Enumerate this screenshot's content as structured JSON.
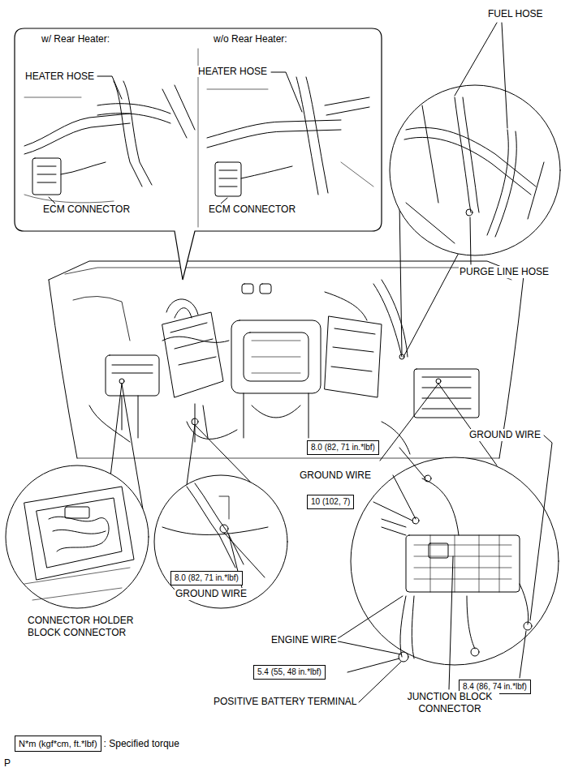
{
  "diagram": {
    "nodes": [
      {
        "text": [
          "w/ Rear Heater:",
          "w/o Rear Heater:",
          "HEATER HOSE",
          "HEATER HOSE",
          "ECM CONNECTOR",
          "ECM CONNECTOR"
        ]
      },
      {
        "text": [
          "8.0 (82, 71 in.*lbf)"
        ]
      },
      {
        "text": [
          "10 (102, 7)"
        ]
      },
      {
        "text": [
          "8.0 (82, 71 in.*lbf)"
        ]
      },
      {
        "text": [
          "5.4 (55, 48 in.*lbf)"
        ]
      },
      {
        "text": [
          "8.4 (86, 74 in.*lbf)"
        ]
      },
      {
        "text": [
          "N*m (kgf*cm, ft.*lbf)"
        ]
      }
    ],
    "labels": [
      "FUEL HOSE",
      "PURGE LINE HOSE",
      "GROUND WIRE",
      "GROUND WIRE",
      "CONNECTOR HOLDER BLOCK CONNECTOR",
      "GROUND WIRE",
      "ENGINE WIRE",
      "POSITIVE BATTERY TERMINAL",
      "JUNCTION BLOCK CONNECTOR",
      ": Specified torque",
      "P"
    ]
  }
}
